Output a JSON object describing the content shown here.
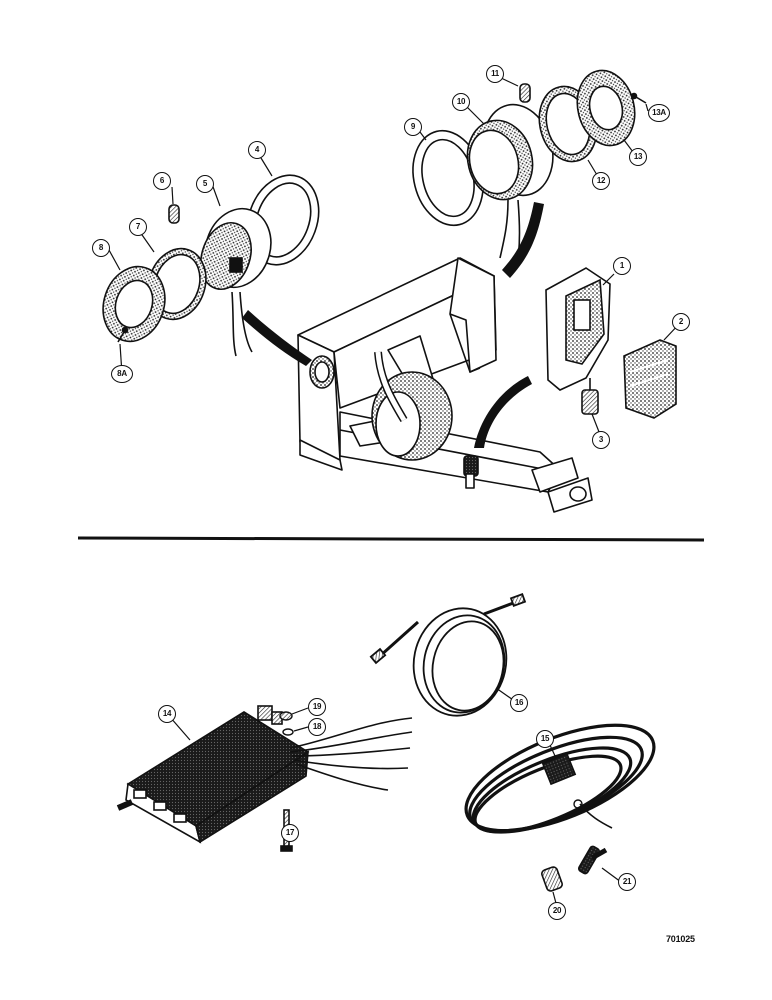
{
  "callouts": {
    "c1": "1",
    "c2": "2",
    "c3": "3",
    "c4": "4",
    "c5": "5",
    "c6": "6",
    "c7": "7",
    "c8": "8",
    "c8a": "8A",
    "c9": "9",
    "c10": "10",
    "c11": "11",
    "c12": "12",
    "c13": "13",
    "c13a": "13A",
    "c14": "14",
    "c15": "15",
    "c16": "16",
    "c17": "17",
    "c18": "18",
    "c19": "19",
    "c20": "20",
    "c21": "21"
  },
  "figure_code": "701025"
}
